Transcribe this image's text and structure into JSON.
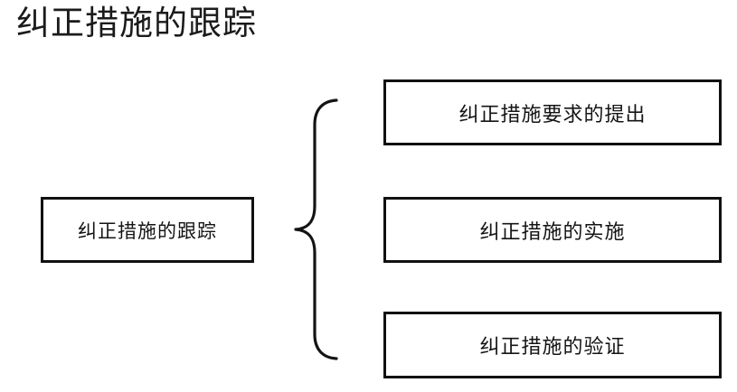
{
  "diagram": {
    "type": "brace-grouping",
    "title": "纠正措施的跟踪",
    "source": {
      "label": "纠正措施的跟踪"
    },
    "connector": {
      "icon": "left-curly-brace",
      "glyph": "{"
    },
    "branches": [
      {
        "label": "纠正措施要求的提出"
      },
      {
        "label": "纠正措施的实施"
      },
      {
        "label": "纠正措施的验证"
      }
    ],
    "colors": {
      "background": "#ffffff",
      "border": "#111111",
      "text": "#141414",
      "title": "#1b1b1b"
    }
  }
}
